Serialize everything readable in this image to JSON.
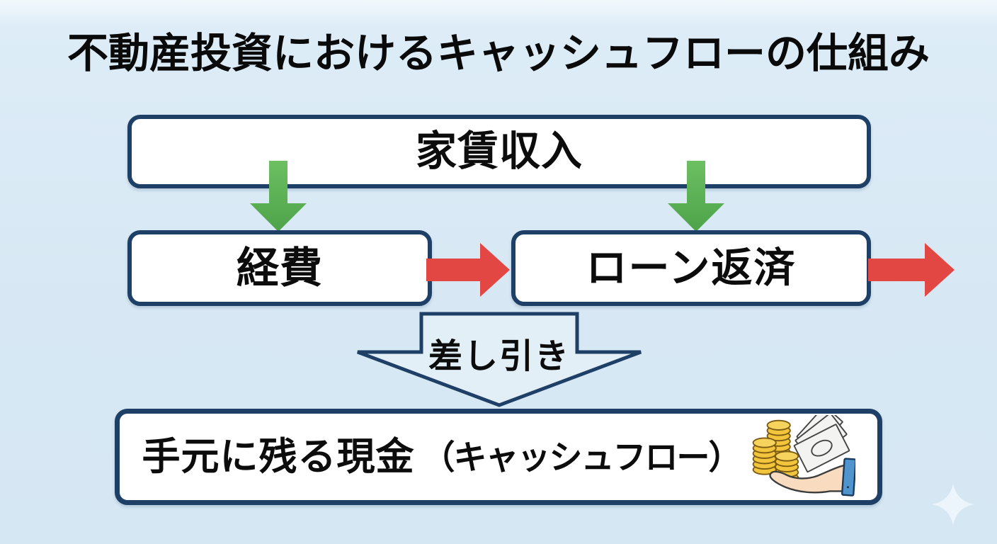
{
  "title": "不動産投資におけるキャッシュフローの仕組み",
  "nodes": {
    "rent": {
      "label": "家賃収入"
    },
    "expense": {
      "label": "経費"
    },
    "loan": {
      "label": "ローン返済"
    },
    "cash": {
      "label": "手元に残る現金",
      "paren": "（キャッシュフロー）"
    }
  },
  "flow": {
    "subtract_label": "差し引き"
  },
  "colors": {
    "background": "#d7e8f4",
    "box_fill": "#ffffff",
    "box_border_navy": "#1e3f66",
    "inflow_green": "#5cb355",
    "outflow_red": "#e34743",
    "text_black": "#0c0c0c",
    "coin_gold": "#f2c53d",
    "hand_skin": "#f9dcc0",
    "cuff_blue": "#4f94cc",
    "sparkle_white": "#ecf5fb"
  },
  "icons": {
    "inflow": "down-arrow-icon",
    "outflow": "right-arrow-icon",
    "subtract": "outlined-down-arrow",
    "money": "coins-bills-in-hand-icon",
    "sparkle": "sparkle-icon"
  }
}
